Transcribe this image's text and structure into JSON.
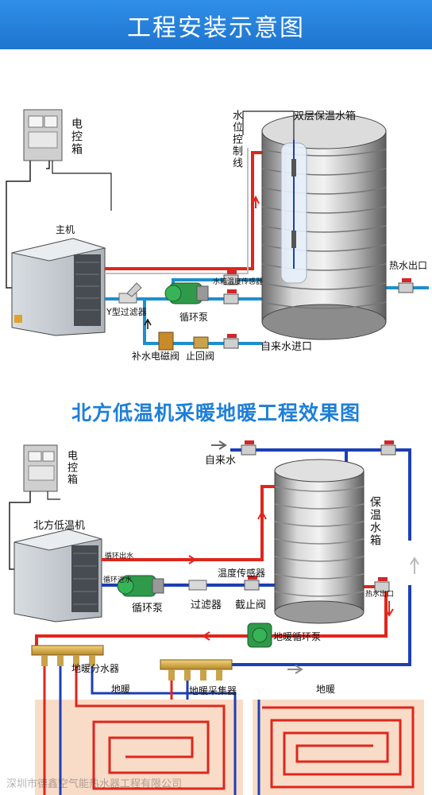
{
  "banner": {
    "title": "工程安装示意图"
  },
  "diagram1": {
    "labels": {
      "control_box": "电控箱",
      "main_unit": "主机",
      "level_line": "水位控制线",
      "tank": "双层保温水箱",
      "hot_out": "热水出口",
      "tank_sensor": "水箱温度传感器",
      "pump": "循环泵",
      "y_filter": "Y型过滤器",
      "solenoid": "补水电磁阀",
      "check_valve": "止回阀",
      "tap_in": "自来水进口"
    }
  },
  "diagram2": {
    "title": "北方低温机采暖地暖工程效果图",
    "labels": {
      "control_box": "电控箱",
      "unit": "北方低温机",
      "tap_water": "自来水",
      "tank": "保温水箱",
      "loop_out": "循环出水",
      "loop_in": "循环进水",
      "temp_sensor": "温度传感器",
      "hot_out": "热水出口",
      "pump": "循环泵",
      "filter": "过滤器",
      "stop_valve": "截止阀",
      "floor_pump": "地暖循环泵",
      "distributor": "地暖分水器",
      "collector": "地暖采集器",
      "floor_left": "地暖",
      "floor_right": "地暖"
    }
  },
  "watermark": "深圳市德鑫空气能热水器工程有限公司",
  "colors": {
    "banner": "#2a86e0",
    "title2": "#1e7fd8",
    "hot_pipe": "#e0261c",
    "cold_pipe": "#1c3fb5",
    "floor": "#f8dcc8"
  }
}
